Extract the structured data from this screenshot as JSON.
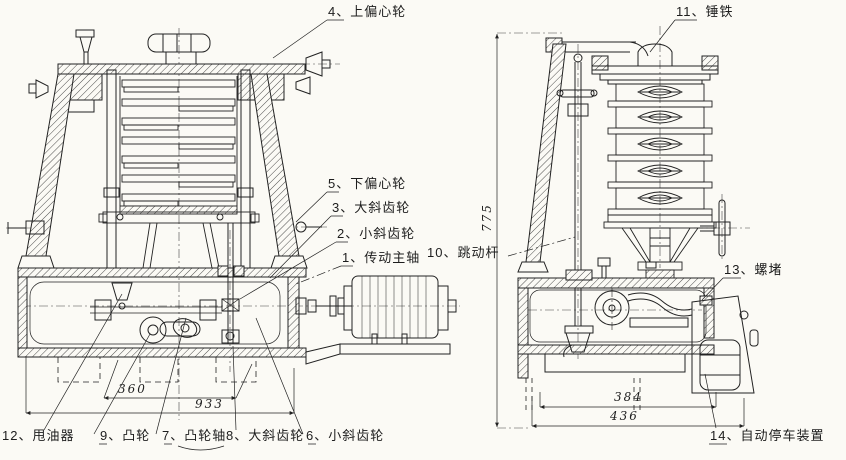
{
  "meta": {
    "background": "#fbfaf5",
    "ink": "#222222"
  },
  "labels": {
    "l1": {
      "text": "1、传动主轴"
    },
    "l2": {
      "text": "2、小斜齿轮"
    },
    "l3": {
      "text": "3、大斜齿轮"
    },
    "l4": {
      "text": "4、上偏心轮"
    },
    "l5": {
      "text": "5、下偏心轮"
    },
    "l6": {
      "text": "6、小斜齿轮"
    },
    "l7": {
      "text": "7、凸轮轴"
    },
    "l8": {
      "text": "8、大斜齿轮"
    },
    "l9": {
      "text": "9、凸轮"
    },
    "l10": {
      "text": "10、跳动杆"
    },
    "l11": {
      "text": "11、锤铁"
    },
    "l12": {
      "text": "12、甩油器"
    },
    "l13": {
      "text": "13、螺堵"
    },
    "l14": {
      "text": "14、自动停车装置"
    }
  },
  "dims": {
    "front_inner_width": "360",
    "front_overall_width": "933",
    "side_inner_width": "384",
    "side_overall_width": "436",
    "overall_height": "775"
  }
}
